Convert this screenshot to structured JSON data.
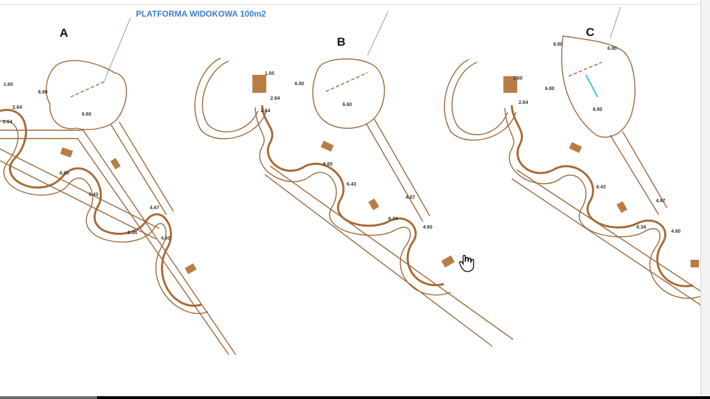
{
  "annotation": {
    "platform_label": "PLATFORMA WIDOKOWA 100m2"
  },
  "variants": [
    {
      "letter": "A",
      "dims": [
        "1.60",
        "2.64",
        "6.80",
        "6.60",
        "6.60",
        "6.43",
        "4.67",
        "4.60",
        "6.34",
        "2.64"
      ]
    },
    {
      "letter": "B",
      "dims": [
        "1.60",
        "2.64",
        "6.80",
        "6.60",
        "6.60",
        "6.43",
        "4.67",
        "4.60",
        "6.34",
        "2.64"
      ]
    },
    {
      "letter": "C",
      "dims": [
        "1.60",
        "2.64",
        "6.80",
        "6.80",
        "6.80",
        "6.60",
        "6.43",
        "4.67",
        "4.60",
        "6.34"
      ]
    }
  ],
  "colors": {
    "outline": "#9a6535",
    "deck": "#b87d45",
    "label": "#3a7fcf",
    "leader": "#6a7fb8"
  },
  "cursor": {
    "icon": "hand-pointer-icon"
  }
}
